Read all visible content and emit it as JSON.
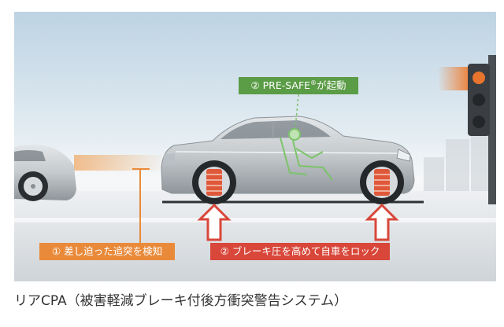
{
  "scene": {
    "pre_safe_label": {
      "prefix": "② PRE-SAFE",
      "sup": "®",
      "suffix": "が起動"
    },
    "detect_label": "① 差し迫った追突を検知",
    "brake_label": "② ブレーキ圧を高めて自車をロック"
  },
  "caption": "リアCPA（被害軽減ブレーキ付後方衝突警告システム）",
  "colors": {
    "pre_safe": "#5b9c46",
    "detect": "#e98a3b",
    "brake": "#d8473a"
  },
  "icons": [
    "main-car",
    "following-car",
    "traffic-light",
    "brake-arrow-icon",
    "occupant-figure"
  ]
}
